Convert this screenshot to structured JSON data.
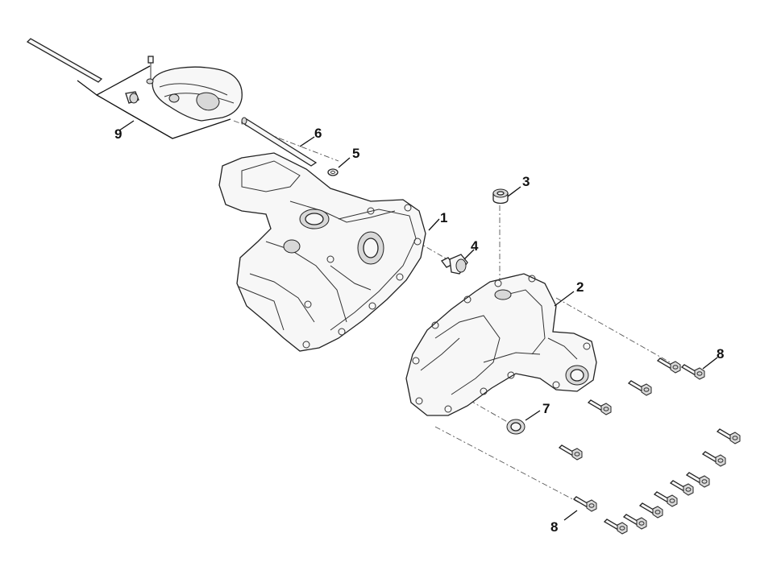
{
  "diagram": {
    "callouts": {
      "c1": "1",
      "c2": "2",
      "c3": "3",
      "c4": "4",
      "c5": "5",
      "c6": "6",
      "c7": "7",
      "c8_top": "8",
      "c8_bottom": "8",
      "c9": "9"
    }
  }
}
